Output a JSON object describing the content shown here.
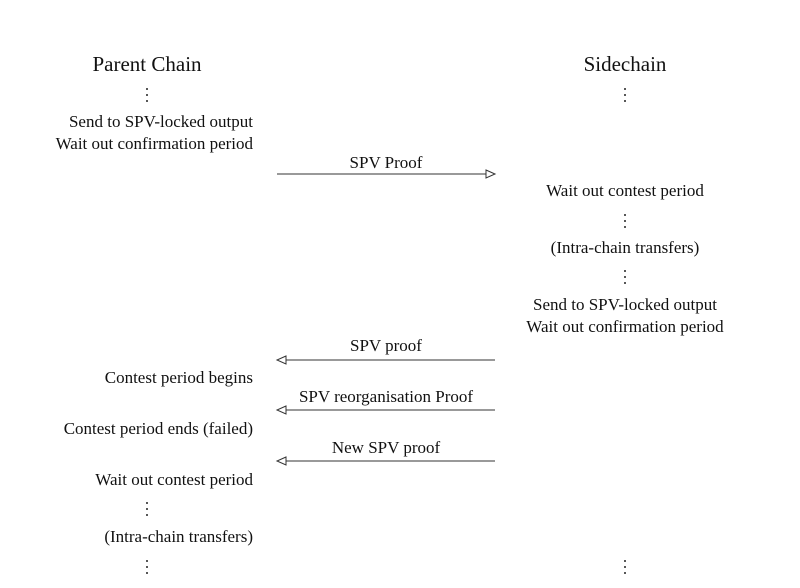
{
  "parent_chain": {
    "title": "Parent Chain",
    "lines": [
      "Send to SPV-locked output",
      "Wait out confirmation period",
      "Contest period begins",
      "Contest period ends (failed)",
      "Wait out contest period",
      "(Intra-chain transfers)"
    ]
  },
  "sidechain": {
    "title": "Sidechain",
    "lines": [
      "Wait out contest period",
      "(Intra-chain transfers)",
      "Send to SPV-locked output",
      "Wait out confirmation period"
    ]
  },
  "messages": [
    {
      "label": "SPV Proof",
      "direction": "to-sidechain"
    },
    {
      "label": "SPV proof",
      "direction": "to-parent"
    },
    {
      "label": "SPV reorganisation Proof",
      "direction": "to-parent"
    },
    {
      "label": "New SPV proof",
      "direction": "to-parent"
    }
  ]
}
